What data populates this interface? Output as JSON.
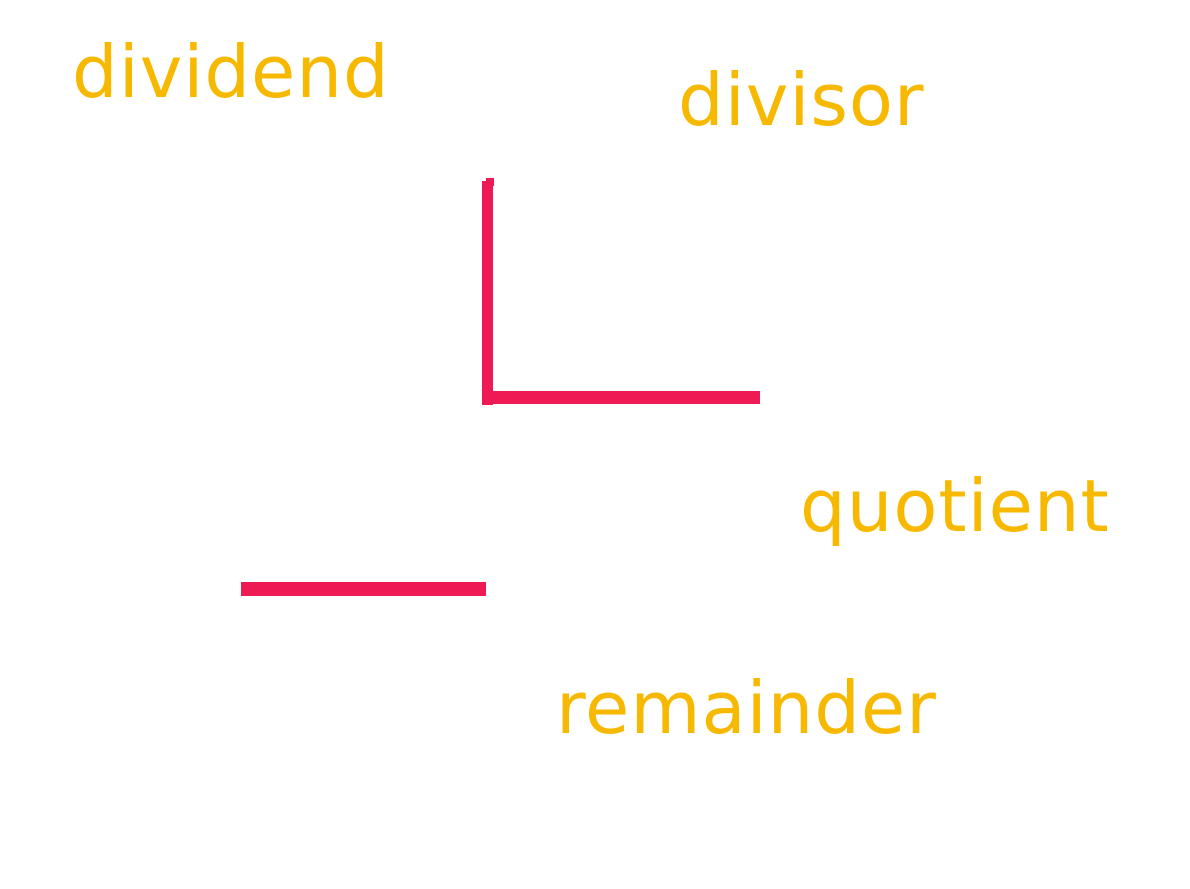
{
  "labels": {
    "dividend": "dividend",
    "divisor": "divisor",
    "quotient": "quotient",
    "remainder": "remainder"
  },
  "colors": {
    "label": "#F7B800",
    "line": "#EE1A54",
    "background": "#FFFFFF"
  }
}
